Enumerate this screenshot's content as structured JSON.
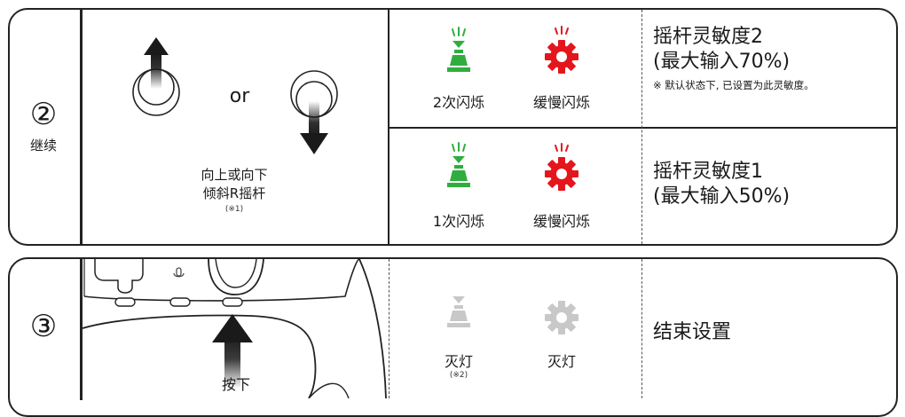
{
  "step2": {
    "number": "②",
    "word": "继续",
    "or_text": "or",
    "instruction_line1": "向上或向下",
    "instruction_line2": "倾斜R摇杆",
    "note1": "(※1)",
    "row1": {
      "led_green_label": "2次闪烁",
      "led_red_label": "缓慢闪烁",
      "title": "摇杆灵敏度2",
      "subtitle": "(最大输入70%)",
      "note": "※ 默认状态下, 已设置为此灵敏度。"
    },
    "row2": {
      "led_green_label": "1次闪烁",
      "led_red_label": "缓慢闪烁",
      "title": "摇杆灵敏度1",
      "subtitle": "(最大输入50%)"
    }
  },
  "step3": {
    "number": "③",
    "press_label": "按下",
    "led_off_label_1": "灭灯",
    "led_off_note": "(※2)",
    "led_off_label_2": "灭灯",
    "result": "结束设置"
  },
  "colors": {
    "green": "#2fae3f",
    "red": "#e4161c",
    "gray": "#c8c8c8",
    "arrow": "#1a1a1a"
  }
}
